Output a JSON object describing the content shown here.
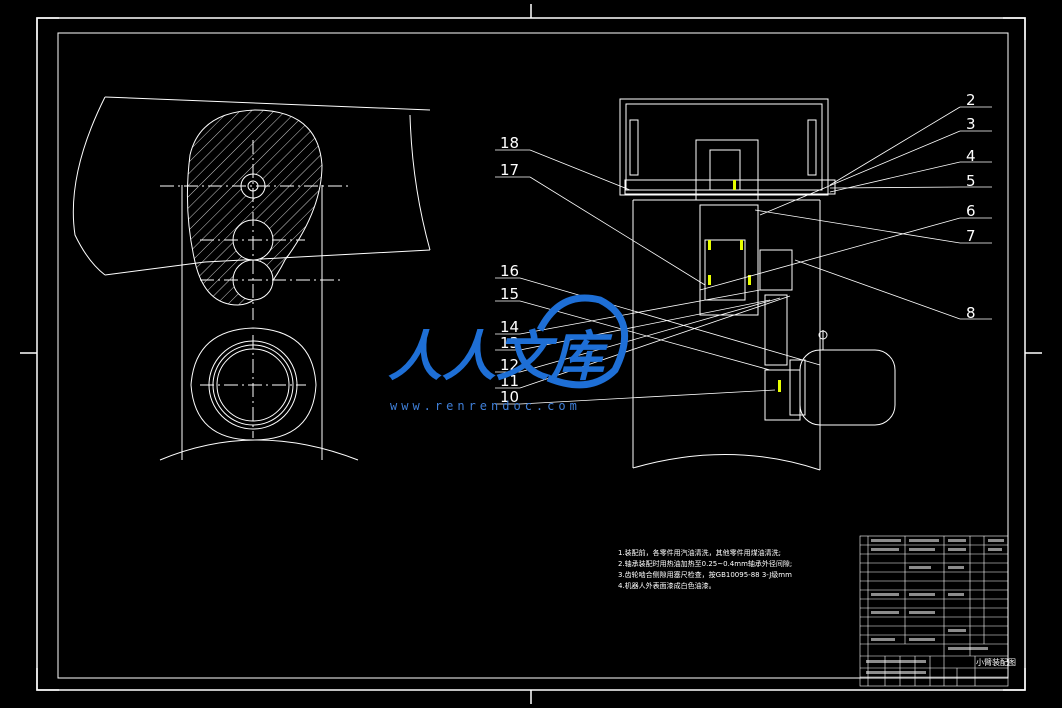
{
  "watermark": {
    "brand": "人人文库",
    "url": "www.renrendoc.com"
  },
  "part_numbers": [
    "2",
    "3",
    "4",
    "5",
    "6",
    "7",
    "8",
    "10",
    "11",
    "12",
    "13",
    "14",
    "15",
    "16",
    "17",
    "18"
  ],
  "notes": [
    "1.装配前，各零件用汽油清洗，其他零件用煤油清洗;",
    "2.轴承装配时用热油加热至0.25~0.4mm轴承外径间隙;",
    "3.齿轮啮合侧隙用塞尺检查，按GB10095-88 3-J级mm",
    "4.机器人外表面漆成白色油漆。"
  ],
  "title_block": {
    "drawing_title": "小臂装配图"
  },
  "colors": {
    "background": "#000000",
    "lines": "#ffffff",
    "watermark": "#1e6fd6",
    "highlight": "#e8ff00"
  }
}
